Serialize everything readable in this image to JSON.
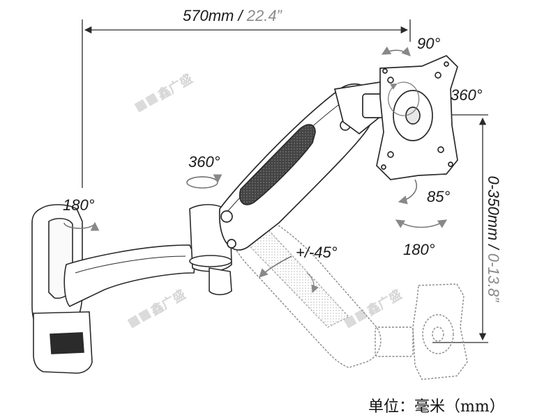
{
  "dimensions": {
    "width_label": "570mm",
    "width_label_imperial": "22.4”",
    "separator": "/",
    "height_label": "0-350mm",
    "height_label_imperial": "0-13.8”"
  },
  "angles": {
    "top_tilt": "90°",
    "plate_rotate": "360°",
    "arm_rotate": "360°",
    "wall_swivel": "180°",
    "plate_tilt": "85°",
    "plate_swivel": "180°",
    "arm_tilt": "+/-45°"
  },
  "unit_note": "单位：毫米（mm）",
  "watermark": "鑫广盛",
  "colors": {
    "line": "#2a2a2a",
    "dim_grey": "#8a8a8a",
    "ghost": "#9a9a9a"
  }
}
